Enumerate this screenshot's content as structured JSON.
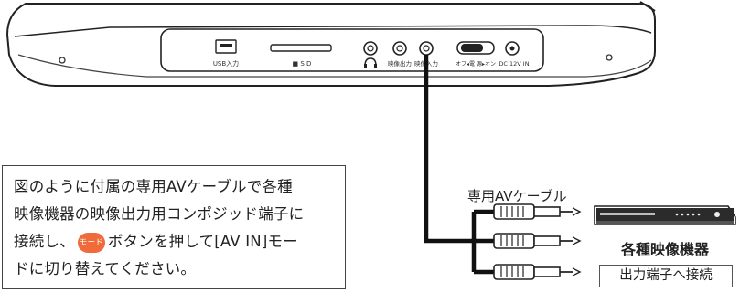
{
  "panel": {
    "port_usb": "USB入力",
    "port_sd": "■ S D",
    "port_video_out": "映像出力",
    "port_video_in": "映像入力",
    "switch_label": "オフ◂電 源▸オン",
    "port_dc": "DC 12V IN"
  },
  "cable_label": "専用AVケーブル",
  "device": {
    "name": "各種映像機器",
    "connect_label": "出力端子へ接続"
  },
  "instructions": {
    "line1": "図のように付属の専用AVケーブルで各種",
    "line2": "映像機器の映像出力用コンポジッド端子に",
    "line3a": "接続し、",
    "mode_button": "モード",
    "line3b": "ボタンを押して[AV IN]モー",
    "line4": "ドに切り替えてください。"
  },
  "colors": {
    "outline": "#333333",
    "cable": "#111111",
    "mode_button": "#f06a3a"
  }
}
